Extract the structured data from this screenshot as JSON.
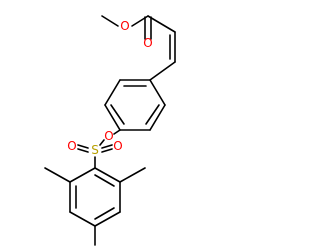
{
  "molecule": {
    "atoms": {
      "o_ester_single": {
        "element": "O",
        "color": "#ff0000"
      },
      "o_ester_carbonyl": {
        "element": "O",
        "color": "#ff0000"
      },
      "o_aryl_ether": {
        "element": "O",
        "color": "#ff0000"
      },
      "s_sulfonyl": {
        "element": "S",
        "color": "#b8a000"
      },
      "o_sulfonyl_left": {
        "element": "O",
        "color": "#ff0000"
      },
      "o_sulfonyl_right": {
        "element": "O",
        "color": "#ff0000"
      }
    },
    "bond_color": "#000000",
    "background_color": "#ffffff"
  }
}
